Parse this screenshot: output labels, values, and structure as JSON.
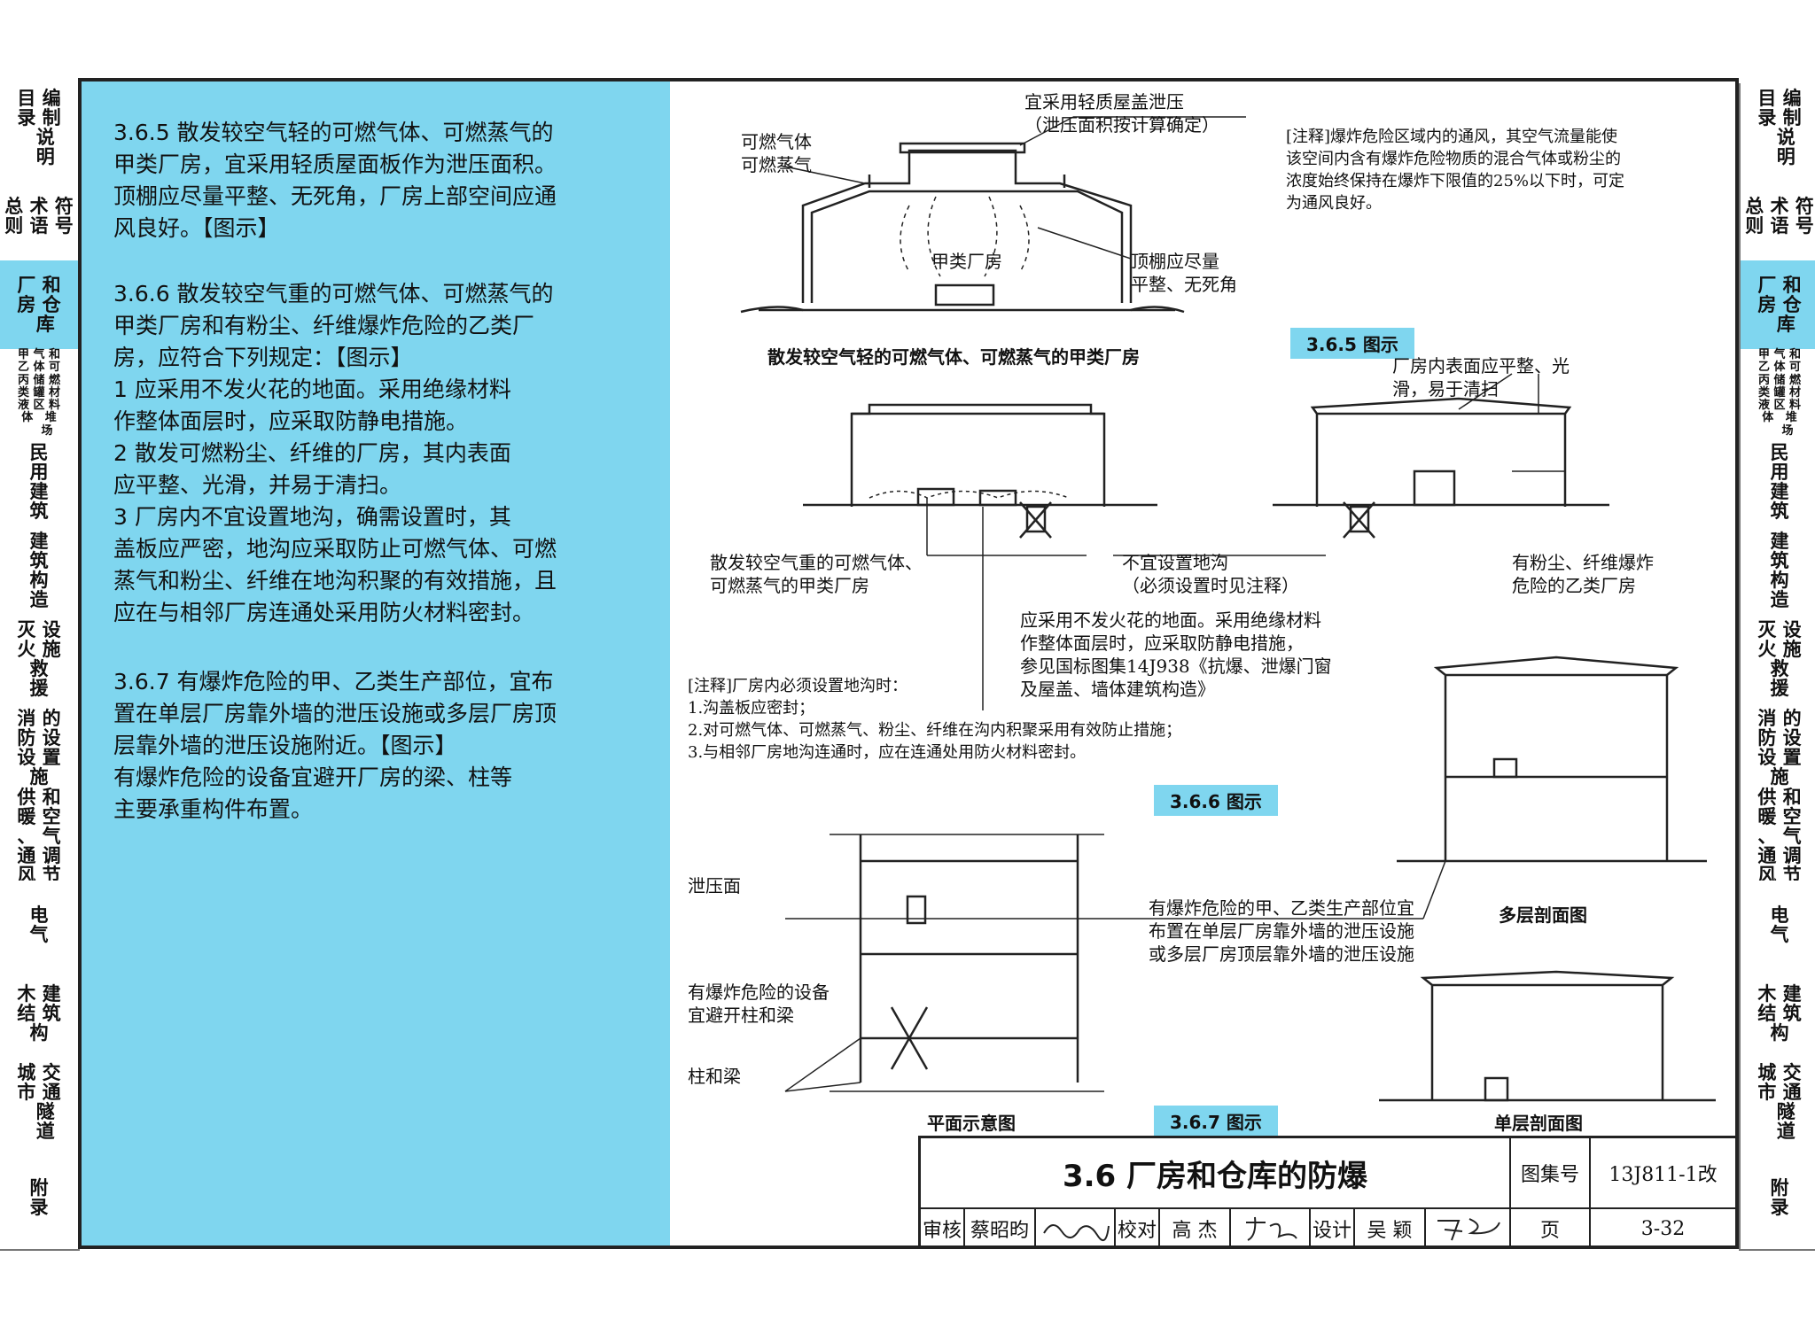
{
  "sidebar_left": [
    {
      "label": "目 编\n录 制\n  说\n  明",
      "active": false
    },
    {
      "label": "总 术 符\n则 语 号",
      "active": false
    },
    {
      "label": "厂 和\n房 仓\n  库",
      "active": true
    },
    {
      "label": "甲 气 和\n乙 体 可\n丙 储 燃\n类 罐 材\n液 区 料\n体   堆\n    场",
      "active": false
    },
    {
      "label": "民\n用\n建\n筑",
      "active": false
    },
    {
      "label": "建\n筑\n构\n造",
      "active": false
    },
    {
      "label": "灭 设\n火 施\n救\n援",
      "active": false
    },
    {
      "label": "消 的\n防 设\n设 置\n施",
      "active": false
    },
    {
      "label": "供 和\n暖 空\n、 气\n通 调\n风 节",
      "active": false
    },
    {
      "label": "电\n气",
      "active": false
    },
    {
      "label": "木 建\n结 筑\n构",
      "active": false
    },
    {
      "label": "城 交\n市 通\n  隧\n  道",
      "active": false
    },
    {
      "label": "附\n录",
      "active": false
    }
  ],
  "sidebar_right": [
    {
      "label": "目 编\n录 制\n  说\n  明",
      "active": false
    },
    {
      "label": "总 术 符\n则 语 号",
      "active": false
    },
    {
      "label": "厂 和\n房 仓\n  库",
      "active": true
    },
    {
      "label": "甲 气 和\n乙 体 可\n丙 储 燃\n类 罐 材\n液 区 料\n体   堆\n    场",
      "active": false
    },
    {
      "label": "民\n用\n建\n筑",
      "active": false
    },
    {
      "label": "建\n筑\n构\n造",
      "active": false
    },
    {
      "label": "灭 设\n火 施\n救\n援",
      "active": false
    },
    {
      "label": "消 的\n防 设\n设 置\n施",
      "active": false
    },
    {
      "label": "供 和\n暖 空\n、 气\n通 调\n风 节",
      "active": false
    },
    {
      "label": "电\n气",
      "active": false
    },
    {
      "label": "木 建\n结 筑\n构",
      "active": false
    },
    {
      "label": "城 交\n市 通\n  隧\n  道",
      "active": false
    },
    {
      "label": "附\n录",
      "active": false
    }
  ],
  "text": {
    "p365": "3.6.5 散发较空气轻的可燃气体、可燃蒸气的\n甲类厂房，宜采用轻质屋面板作为泄压面积。\n顶棚应尽量平整、无死角，厂房上部空间应通\n风良好。【图示】",
    "p366_head": "3.6.6 散发较空气重的可燃气体、可燃蒸气的\n甲类厂房和有粉尘、纤维爆炸危险的乙类厂\n房，应符合下列规定：【图示】",
    "p366_1": "    1 应采用不发火花的地面。采用绝缘材料\n作整体面层时，应采取防静电措施。",
    "p366_2": "    2 散发可燃粉尘、纤维的厂房，其内表面\n应平整、光滑，并易于清扫。",
    "p366_3": "    3 厂房内不宜设置地沟，确需设置时，其\n盖板应严密，地沟应采取防止可燃气体、可燃\n蒸气和粉尘、纤维在地沟积聚的有效措施，且\n应在与相邻厂房连通处采用防火材料密封。",
    "p367": "3.6.7 有爆炸危险的甲、乙类生产部位，宜布\n置在单层厂房靠外墙的泄压设施或多层厂房顶\n层靠外墙的泄压设施附近。【图示】\n    有爆炸危险的设备宜避开厂房的梁、柱等\n主要承重构件布置。"
  },
  "fig365": {
    "gas_label": "可燃气体\n可燃蒸气",
    "roof_label": "宜采用轻质屋盖泄压\n（泄压面积按计算确定）",
    "room_label": "甲类厂房",
    "ceiling_label": "顶棚应尽量\n平整、无死角",
    "caption": "散发较空气轻的可燃气体、可燃蒸气的甲类厂房",
    "note": "[注释]爆炸危险区域内的通风，其空气流量能使\n该空间内含有爆炸危险物质的混合气体或粉尘的\n浓度始终保持在爆炸下限值的25%以下时，可定\n为通风良好。",
    "tag": "3.6.5 图示"
  },
  "fig366": {
    "surface_label": "厂房内表面应平整、光\n滑，易于清扫",
    "heavy_gas_label": "散发较空气重的可燃气体、\n可燃蒸气的甲类厂房",
    "trench_label": "不宜设置地沟\n（必须设置时见注释）",
    "dust_label": "有粉尘、纤维爆炸\n危险的乙类厂房",
    "floor_label": "应采用不发火花的地面。采用绝缘材料\n作整体面层时，应采取防静电措施，\n参见国标图集14J938《抗爆、泄爆门窗\n及屋盖、墙体建筑构造》",
    "note": "[注释]厂房内必须设置地沟时：\n1.沟盖板应密封；\n2.对可燃气体、可燃蒸气、粉尘、纤维在沟内积聚采用有效防止措施；\n3.与相邻厂房地沟连通时，应在连通处用防火材料密封。",
    "tag": "3.6.6 图示"
  },
  "fig367": {
    "relief_label": "泄压面",
    "equipment_label": "有爆炸危险的设备\n宜避开柱和梁",
    "column_label": "柱和梁",
    "placement_label": "有爆炸危险的甲、乙类生产部位宜\n布置在单层厂房靠外墙的泄压设施\n或多层厂房顶层靠外墙的泄压设施",
    "plan_caption": "平面示意图",
    "multi_caption": "多层剖面图",
    "single_caption": "单层剖面图",
    "tag": "3.6.7 图示"
  },
  "title_block": {
    "title": "3.6 厂房和仓库的防爆",
    "atlas_label": "图集号",
    "atlas_no": "13J811-1改",
    "review_label": "审核",
    "reviewer": "蔡昭昀",
    "check_label": "校对",
    "checker": "高 杰",
    "design_label": "设计",
    "designer": "吴 颖",
    "page_label": "页",
    "page_no": "3-32"
  },
  "colors": {
    "accent": "#7fd6ef",
    "line": "#222222"
  }
}
